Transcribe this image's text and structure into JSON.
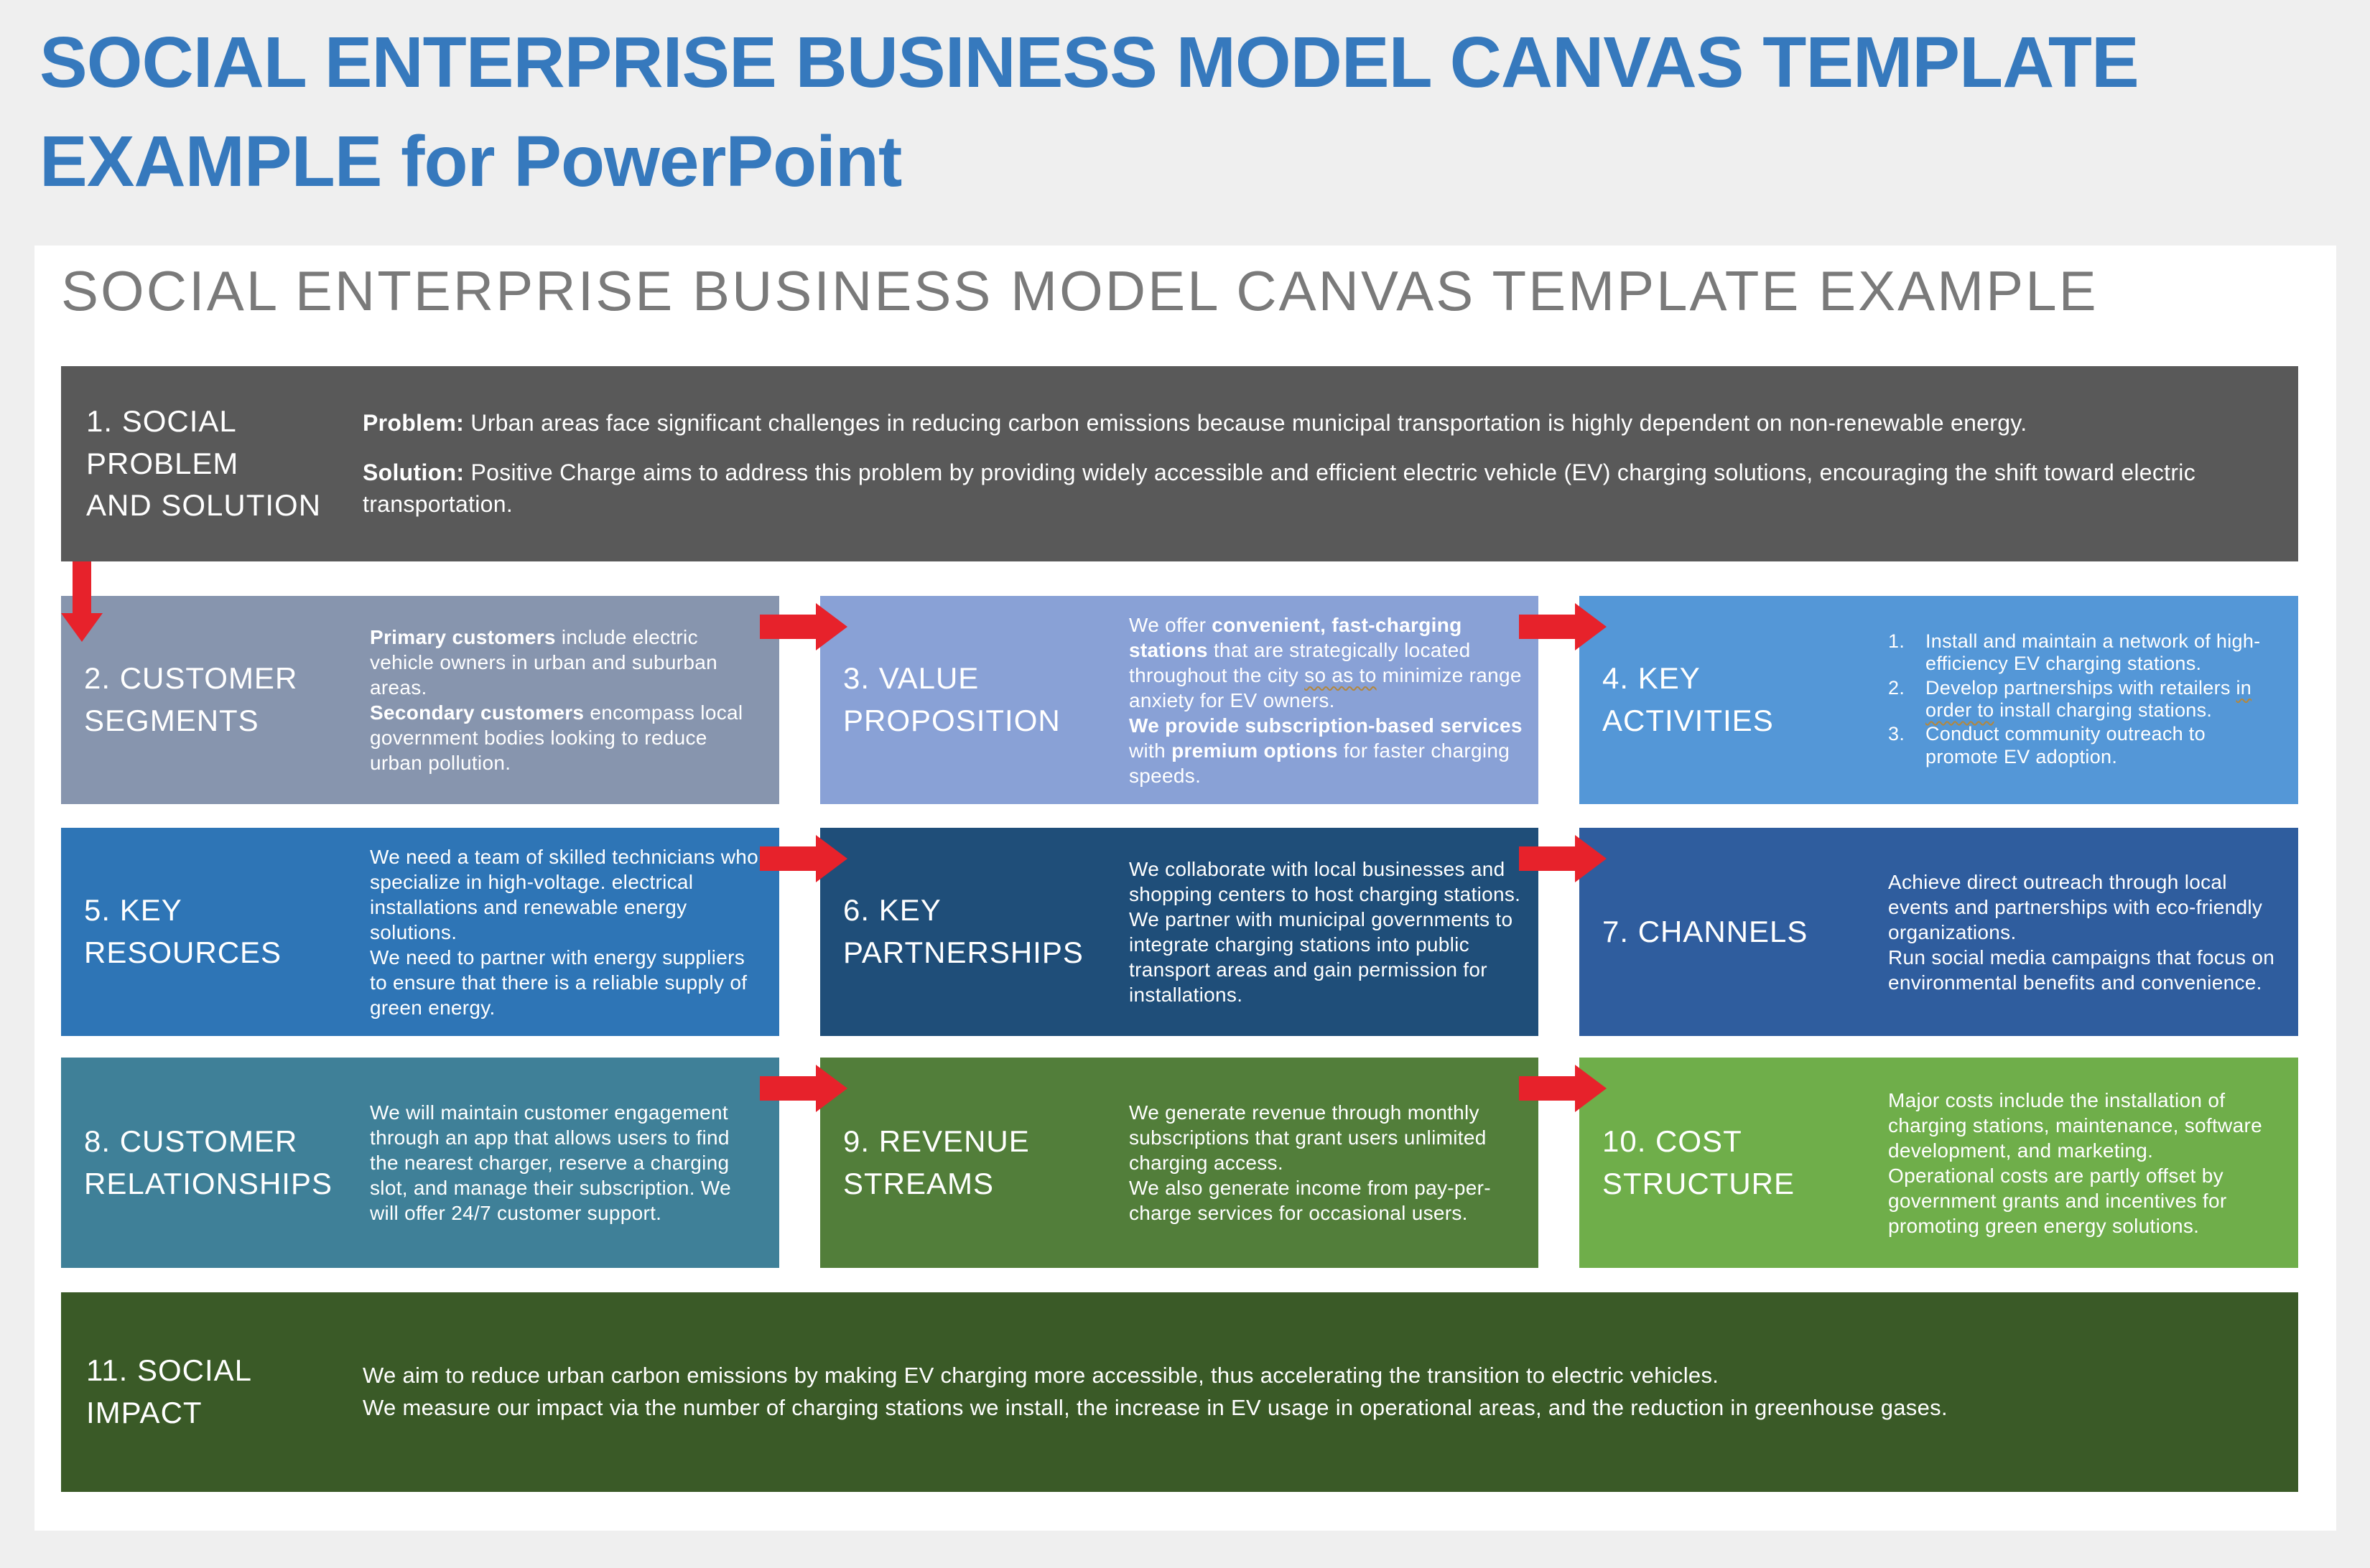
{
  "page": {
    "heading": "SOCIAL ENTERPRISE BUSINESS MODEL CANVAS TEMPLATE\nEXAMPLE for PowerPoint"
  },
  "slide": {
    "title": "SOCIAL ENTERPRISE BUSINESS MODEL CANVAS TEMPLATE EXAMPLE"
  },
  "colors": {
    "vars": {
      "heading": "#3679bd",
      "slidetitle": "#7a7a7a",
      "red": "#e7222b",
      "squiggle": "#b3873e",
      "pagebg": "#efefef"
    },
    "slide_background": "#ffffff",
    "box_text": "#ffffff"
  },
  "icons": {
    "down_arrow": "red-arrow-down-icon",
    "right_arrow": "red-arrow-right-icon"
  },
  "boxes": [
    {
      "id": 1,
      "label": "1. SOCIAL\nPROBLEM\nAND SOLUTION",
      "color": "#595959",
      "paragraphs": [
        [
          {
            "text": "Problem:",
            "bold": true
          },
          {
            "text": " Urban areas face significant challenges in reducing carbon emissions because municipal transportation is highly dependent on non-renewable energy."
          }
        ],
        [
          {
            "text": "Solution:",
            "bold": true
          },
          {
            "text": " Positive Charge aims to address this problem by providing widely accessible and efficient electric vehicle (EV) charging solutions, encouraging the shift toward electric transportation."
          }
        ]
      ]
    },
    {
      "id": 2,
      "label": "2. CUSTOMER\nSEGMENTS",
      "color": "#8795ae",
      "paragraphs": [
        [
          {
            "text": "Primary customers",
            "bold": true
          },
          {
            "text": " include electric vehicle owners in urban and suburban areas."
          }
        ],
        [
          {
            "text": "Secondary customers",
            "bold": true
          },
          {
            "text": " encompass local government bodies looking to reduce urban pollution."
          }
        ]
      ]
    },
    {
      "id": 3,
      "label": "3. VALUE\nPROPOSITION",
      "color": "#89a1d6",
      "paragraphs": [
        [
          {
            "text": "We offer "
          },
          {
            "text": "convenient, fast-charging stations",
            "bold": true
          },
          {
            "text": " that are strategically located throughout the city "
          },
          {
            "text": "so as to",
            "squiggle": true
          },
          {
            "text": " minimize range anxiety for EV owners."
          }
        ],
        [
          {
            "text": "We provide subscription-based services",
            "bold": true
          },
          {
            "text": " with "
          },
          {
            "text": "premium options",
            "bold": true
          },
          {
            "text": " for faster charging speeds."
          }
        ]
      ]
    },
    {
      "id": 4,
      "label": "4. KEY\nACTIVITIES",
      "color": "#5497d7",
      "items": [
        [
          {
            "text": "Install and maintain a network of high-efficiency EV charging stations."
          }
        ],
        [
          {
            "text": "Develop partnerships with retailers "
          },
          {
            "text": "in order to",
            "squiggle": true
          },
          {
            "text": " install charging stations."
          }
        ],
        [
          {
            "text": "Conduct community outreach to promote EV adoption."
          }
        ]
      ]
    },
    {
      "id": 5,
      "label": "5. KEY\nRESOURCES",
      "color": "#2e75b6",
      "paragraphs": [
        [
          {
            "text": "We need a team of skilled technicians who specialize in high-voltage. electrical installations and renewable energy solutions."
          }
        ],
        [
          {
            "text": "We need to partner with energy suppliers to ensure that there is a reliable supply of green energy."
          }
        ]
      ]
    },
    {
      "id": 6,
      "label": "6. KEY\nPARTNERSHIPS",
      "color": "#1f4e79",
      "paragraphs": [
        [
          {
            "text": "We collaborate with local businesses and shopping centers to host charging stations."
          }
        ],
        [
          {
            "text": "We partner with municipal governments to integrate charging stations into public transport areas and gain permission for installations."
          }
        ]
      ]
    },
    {
      "id": 7,
      "label": "7. CHANNELS",
      "color": "#2f5d9e",
      "paragraphs": [
        [
          {
            "text": "Achieve direct outreach through local events and partnerships with eco-friendly organizations."
          }
        ],
        [
          {
            "text": "Run social media campaigns that focus on environmental benefits and convenience."
          }
        ]
      ]
    },
    {
      "id": 8,
      "label": "8. CUSTOMER\nRELATIONSHIPS",
      "color": "#3f8098",
      "paragraphs": [
        [
          {
            "text": "We will maintain customer engagement through an app that allows users to find the nearest charger, reserve a charging slot, and manage their subscription. We will offer 24/7 customer support."
          }
        ]
      ]
    },
    {
      "id": 9,
      "label": "9. REVENUE\nSTREAMS",
      "color": "#527e3a",
      "paragraphs": [
        [
          {
            "text": "We generate revenue through monthly subscriptions that grant users unlimited charging access."
          }
        ],
        [
          {
            "text": "We also generate income from pay-per-charge services for occasional users."
          }
        ]
      ]
    },
    {
      "id": 10,
      "label": "10. COST\nSTRUCTURE",
      "color": "#6fae4a",
      "paragraphs": [
        [
          {
            "text": "Major costs include the installation of charging stations, maintenance, software development, and marketing."
          }
        ],
        [
          {
            "text": "Operational costs are partly offset by government grants and incentives for promoting green energy solutions."
          }
        ]
      ]
    },
    {
      "id": 11,
      "label": "11. SOCIAL\nIMPACT",
      "color": "#3a5a27",
      "paragraphs": [
        [
          {
            "text": "We aim to reduce urban carbon emissions by making EV charging more accessible, thus accelerating the transition to electric vehicles."
          }
        ],
        [
          {
            "text": "We measure our impact via the number of charging stations we install, the increase in EV usage in operational areas, and the reduction in greenhouse gases."
          }
        ]
      ]
    }
  ]
}
